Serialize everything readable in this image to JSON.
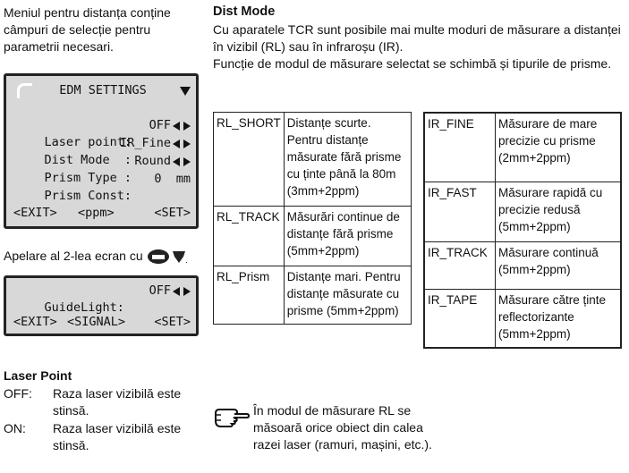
{
  "intro": {
    "text": "Meniul pentru distanța conține câmpuri de selecție pentru parametrii necesari."
  },
  "dist_mode": {
    "heading": "Dist Mode",
    "para1": "Cu aparatele TCR sunt posibile mai multe moduri de măsurare a distanței în vizibil (RL) sau în infraroșu (IR).",
    "para2": "Funcție de modul de măsurare selectat se schimbă și tipurile de prisme."
  },
  "edm_screen": {
    "title": "EDM SETTINGS",
    "rows": [
      {
        "label": "Laser point:",
        "value": "OFF"
      },
      {
        "label": "Dist Mode  :",
        "value": "IR_Fine"
      },
      {
        "label": "Prism Type :",
        "value": "Round"
      },
      {
        "label": "Prism Const:",
        "value": "0  mm"
      }
    ],
    "softkeys": [
      "<EXIT>",
      "<ppm>",
      "<SET>"
    ]
  },
  "second_screen_caption": "Apelare al 2-lea ecran cu",
  "guide_screen": {
    "row": {
      "label": "GuideLight:",
      "value": "OFF"
    },
    "softkeys": [
      "<EXIT>",
      "<SIGNAL>",
      "<SET>"
    ]
  },
  "rl_table": [
    {
      "mode": "RL_SHORT",
      "desc": "Distanțe scurte. Pentru distanțe  măsurate fără prisme cu ținte până la 80m (3mm+2ppm)"
    },
    {
      "mode": "RL_TRACK",
      "desc": "Măsurări continue de distanțe fără prisme (5mm+2ppm)"
    },
    {
      "mode": "RL_Prism",
      "desc": "Distanțe mari. Pentru distanțe măsurate cu prisme (5mm+2ppm)"
    }
  ],
  "ir_table": [
    {
      "mode": "IR_FINE",
      "desc": "Măsurare de mare precizie cu prisme (2mm+2ppm)"
    },
    {
      "mode": "IR_FAST",
      "desc": "Măsurare rapidă cu precizie redusă (5mm+2ppm)"
    },
    {
      "mode": "IR_TRACK",
      "desc": "Măsurare continuă (5mm+2ppm)"
    },
    {
      "mode": "IR_TAPE",
      "desc": "Măsurare către ținte reflectorizante (5mm+2ppm)"
    }
  ],
  "laser_point": {
    "heading": "Laser Point",
    "items": [
      {
        "key": "OFF:",
        "desc": "Raza laser vizibilă este stinsă."
      },
      {
        "key": "ON:",
        "desc": "Raza laser vizibilă este stinsă."
      }
    ]
  },
  "note": {
    "icon": "pointing-hand-icon",
    "text": "În modul de măsurare RL se măsoară orice obiect din calea razei laser (ramuri, mașini, etc.)."
  },
  "colors": {
    "lcd_bg": "#d8d8d8",
    "border": "#222222"
  }
}
